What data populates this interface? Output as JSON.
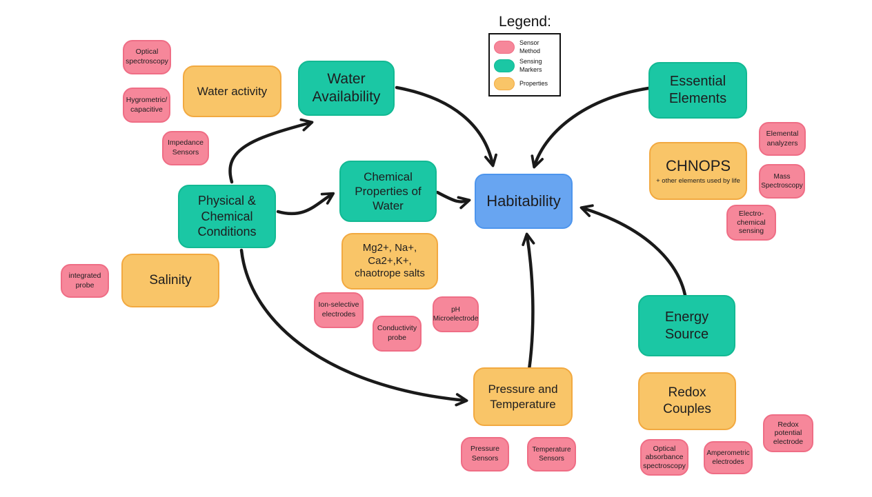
{
  "legend": {
    "title": "Legend:",
    "items": [
      {
        "label": "Sensor\nMethod",
        "type": "sensor-method",
        "color": "#F6879A"
      },
      {
        "label": "Sensing\nMarkers",
        "type": "sensing-marker",
        "color": "#1BC7A4"
      },
      {
        "label": "Properties",
        "type": "property",
        "color": "#F9C568"
      }
    ]
  },
  "colors": {
    "sensor": "#F6879A",
    "sensor_border": "#EF6D85",
    "marker": "#1BC7A4",
    "marker_border": "#12B993",
    "property": "#F9C568",
    "property_border": "#F2A940",
    "target": "#68A5F1",
    "target_border": "#4D95ED",
    "arrow": "#1a1a1a"
  },
  "nodes": {
    "optical_spectroscopy": {
      "type": "sensor-method",
      "label": "Optical\nspectroscopy"
    },
    "hygrometric_capacitive": {
      "type": "sensor-method",
      "label": "Hygrometric/\ncapacitive"
    },
    "impedance_sensors": {
      "type": "sensor-method",
      "label": "Impedance\nSensors"
    },
    "integrated_probe": {
      "type": "sensor-method",
      "label": "integrated\nprobe"
    },
    "ion_selective_electrodes": {
      "type": "sensor-method",
      "label": "Ion-selective\nelectrodes"
    },
    "conductivity_probe": {
      "type": "sensor-method",
      "label": "Conductivity\nprobe"
    },
    "ph_microelectrode": {
      "type": "sensor-method",
      "label": "pH\nMicroelectrode"
    },
    "pressure_sensors": {
      "type": "sensor-method",
      "label": "Pressure\nSensors"
    },
    "temperature_sensors": {
      "type": "sensor-method",
      "label": "Temperature\nSensors"
    },
    "elemental_analyzers": {
      "type": "sensor-method",
      "label": "Elemental\nanalyzers"
    },
    "mass_spectroscopy": {
      "type": "sensor-method",
      "label": "Mass\nSpectroscopy"
    },
    "electrochemical_sensing": {
      "type": "sensor-method",
      "label": "Electro-\nchemical\nsensing"
    },
    "optical_absorbance_spectroscopy": {
      "type": "sensor-method",
      "label": "Optical\nabsorbance\nspectroscopy"
    },
    "amperometric_electrodes": {
      "type": "sensor-method",
      "label": "Amperometric\nelectrodes"
    },
    "redox_potential_electrode": {
      "type": "sensor-method",
      "label": "Redox\npotential\nelectrode"
    },
    "water_activity": {
      "type": "property",
      "label": "Water activity"
    },
    "salinity": {
      "type": "property",
      "label": "Salinity"
    },
    "mg_salts": {
      "type": "property",
      "label": "Mg2+, Na+,\nCa2+,K+,\nchaotrope salts"
    },
    "chnops": {
      "type": "property",
      "label": "CHNOPS",
      "sub": "+ other elements used by life"
    },
    "pressure_temperature": {
      "type": "property",
      "label": "Pressure and\nTemperature"
    },
    "redox_couples": {
      "type": "property",
      "label": "Redox\nCouples"
    },
    "water_availability": {
      "type": "sensing-marker",
      "label": "Water\nAvailability"
    },
    "physical_chemical_conditions": {
      "type": "sensing-marker",
      "label": "Physical &\nChemical\nConditions"
    },
    "chemical_properties_water": {
      "type": "sensing-marker",
      "label": "Chemical\nProperties of\nWater"
    },
    "essential_elements": {
      "type": "sensing-marker",
      "label": "Essential\nElements"
    },
    "energy_source": {
      "type": "sensing-marker",
      "label": "Energy\nSource"
    },
    "habitability": {
      "type": "target",
      "label": "Habitability"
    }
  },
  "edges": [
    {
      "from": "physical_chemical_conditions",
      "to": "water_availability"
    },
    {
      "from": "water_availability",
      "to": "habitability"
    },
    {
      "from": "physical_chemical_conditions",
      "to": "chemical_properties_water"
    },
    {
      "from": "chemical_properties_water",
      "to": "habitability"
    },
    {
      "from": "essential_elements",
      "to": "habitability"
    },
    {
      "from": "energy_source",
      "to": "habitability"
    },
    {
      "from": "pressure_temperature",
      "to": "habitability"
    },
    {
      "from": "physical_chemical_conditions",
      "to": "pressure_temperature"
    }
  ]
}
